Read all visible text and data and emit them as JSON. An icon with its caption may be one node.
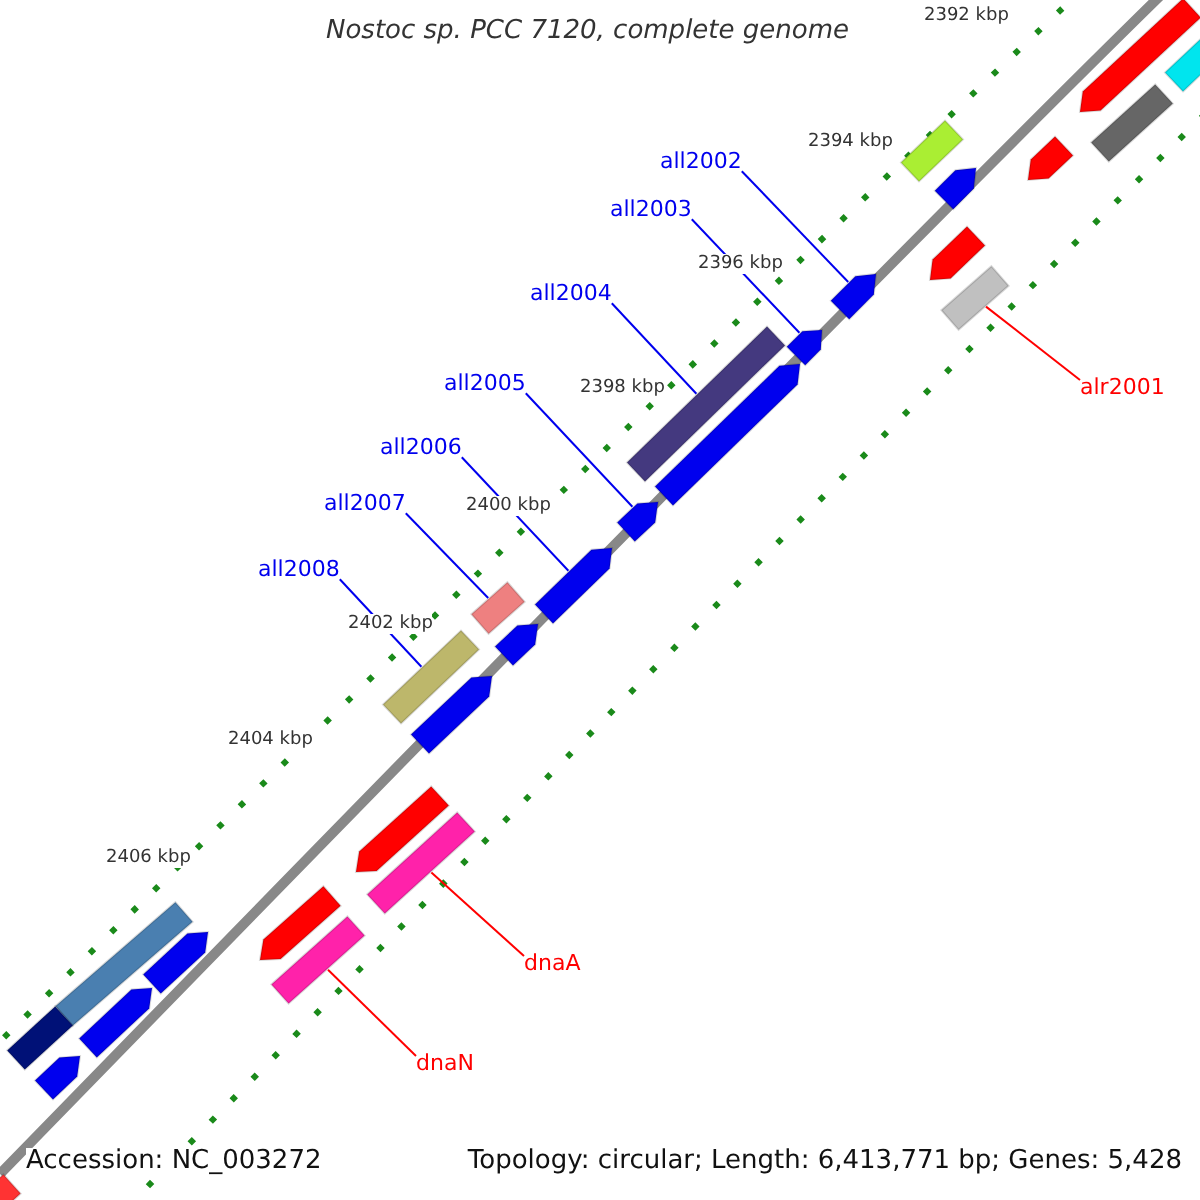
{
  "diagram": {
    "title": "Nostoc sp. PCC 7120, complete genome",
    "nodes": [
      {
        "text": [
          "all2002"
        ]
      },
      {
        "text": [
          "all2003"
        ]
      },
      {
        "text": [
          "all2004"
        ]
      },
      {
        "text": [
          "all2005"
        ]
      },
      {
        "text": [
          "all2006"
        ]
      },
      {
        "text": [
          "all2007"
        ]
      },
      {
        "text": [
          "all2008"
        ]
      },
      {
        "text": [
          "alr2001"
        ]
      },
      {
        "text": [
          "dnaA"
        ]
      },
      {
        "text": [
          "dnaN"
        ]
      },
      {
        "text": [],
        "shape": "bar"
      },
      {
        "text": [],
        "shape": "pentagon"
      },
      {
        "text": [],
        "shape": "bar"
      },
      {
        "text": [],
        "shape": "bar"
      },
      {
        "text": [],
        "shape": "pentagon"
      },
      {
        "text": [],
        "shape": "pentagon"
      },
      {
        "text": [],
        "shape": "pentagon"
      },
      {
        "text": [],
        "shape": "pentagon"
      },
      {
        "text": [],
        "shape": "bar"
      },
      {
        "text": [],
        "shape": "pentagon"
      },
      {
        "text": [],
        "shape": "bar"
      },
      {
        "text": [],
        "shape": "pentagon"
      },
      {
        "text": [],
        "shape": "pentagon"
      },
      {
        "text": [],
        "shape": "pentagon"
      },
      {
        "text": [],
        "shape": "bar"
      },
      {
        "text": [],
        "shape": "pentagon"
      },
      {
        "text": [],
        "shape": "bar"
      },
      {
        "text": [],
        "shape": "pentagon"
      },
      {
        "text": [],
        "shape": "pentagon"
      },
      {
        "text": [],
        "shape": "bar"
      },
      {
        "text": [],
        "shape": "pentagon"
      },
      {
        "text": [],
        "shape": "pentagon"
      },
      {
        "text": [],
        "shape": "bar"
      },
      {
        "text": [],
        "shape": "bar"
      },
      {
        "text": [],
        "shape": "pentagon"
      },
      {
        "text": [],
        "shape": "bar"
      },
      {
        "text": [],
        "shape": "pentagon"
      },
      {
        "text": [],
        "shape": "bar"
      }
    ],
    "edges": [
      {
        "from": 0,
        "to": 17,
        "arrow": "none"
      },
      {
        "from": 1,
        "to": 19,
        "arrow": "none"
      },
      {
        "from": 2,
        "to": 20,
        "arrow": "none"
      },
      {
        "from": 3,
        "to": 22,
        "arrow": "none"
      },
      {
        "from": 4,
        "to": 23,
        "arrow": "none"
      },
      {
        "from": 5,
        "to": 24,
        "arrow": "none"
      },
      {
        "from": 6,
        "to": 26,
        "arrow": "none"
      },
      {
        "from": 7,
        "to": 18,
        "arrow": "none",
        "color": "#ff0000"
      },
      {
        "from": 8,
        "to": 29,
        "arrow": "none",
        "color": "#ff0000"
      },
      {
        "from": 9,
        "to": 32,
        "arrow": "none",
        "color": "#ff0000"
      }
    ],
    "labels": [
      "2392 kbp",
      "2394 kbp",
      "2396 kbp",
      "2398 kbp",
      "2400 kbp",
      "2402 kbp",
      "2404 kbp",
      "2406 kbp",
      "Accession: NC_003272",
      "Topology: circular; Length: 6,413,771 bp; Genes: 5,428"
    ]
  }
}
